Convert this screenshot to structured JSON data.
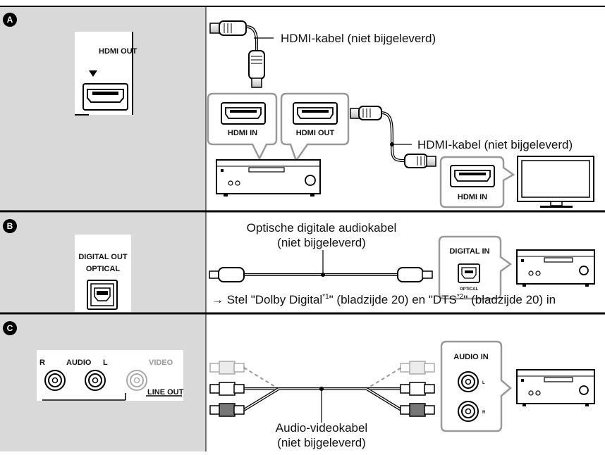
{
  "sections": {
    "a": {
      "badge": "A",
      "player_port": "HDMI OUT",
      "receiver_in": "HDMI IN",
      "receiver_out": "HDMI OUT",
      "cable1_label": "HDMI-kabel (niet bijgeleverd)",
      "cable2_label": "HDMI-kabel (niet bijgeleverd)",
      "tv_port": "HDMI IN"
    },
    "b": {
      "badge": "B",
      "player_port_line1": "DIGITAL OUT",
      "player_port_line2": "OPTICAL",
      "cable_label_line1": "Optische digitale audiokabel",
      "cable_label_line2": "(niet bijgeleverd)",
      "receiver_port": "DIGITAL IN",
      "receiver_port_small": "OPTICAL",
      "note_prefix": "→ Stel \"Dolby Digital",
      "note_sup1": "*1",
      "note_middle": "\" (bladzijde 20) en \"DTS",
      "note_sup2": "*2",
      "note_suffix": "\" (bladzijde 20) in"
    },
    "c": {
      "badge": "C",
      "port_r": "R",
      "port_audio": "AUDIO",
      "port_l": "L",
      "port_video": "VIDEO",
      "port_line_out": "LINE OUT",
      "receiver_port": "AUDIO IN",
      "jack_l": "L",
      "jack_r": "R",
      "cable_label_line1": "Audio-videokabel",
      "cable_label_line2": "(niet bijgeleverd)"
    }
  }
}
